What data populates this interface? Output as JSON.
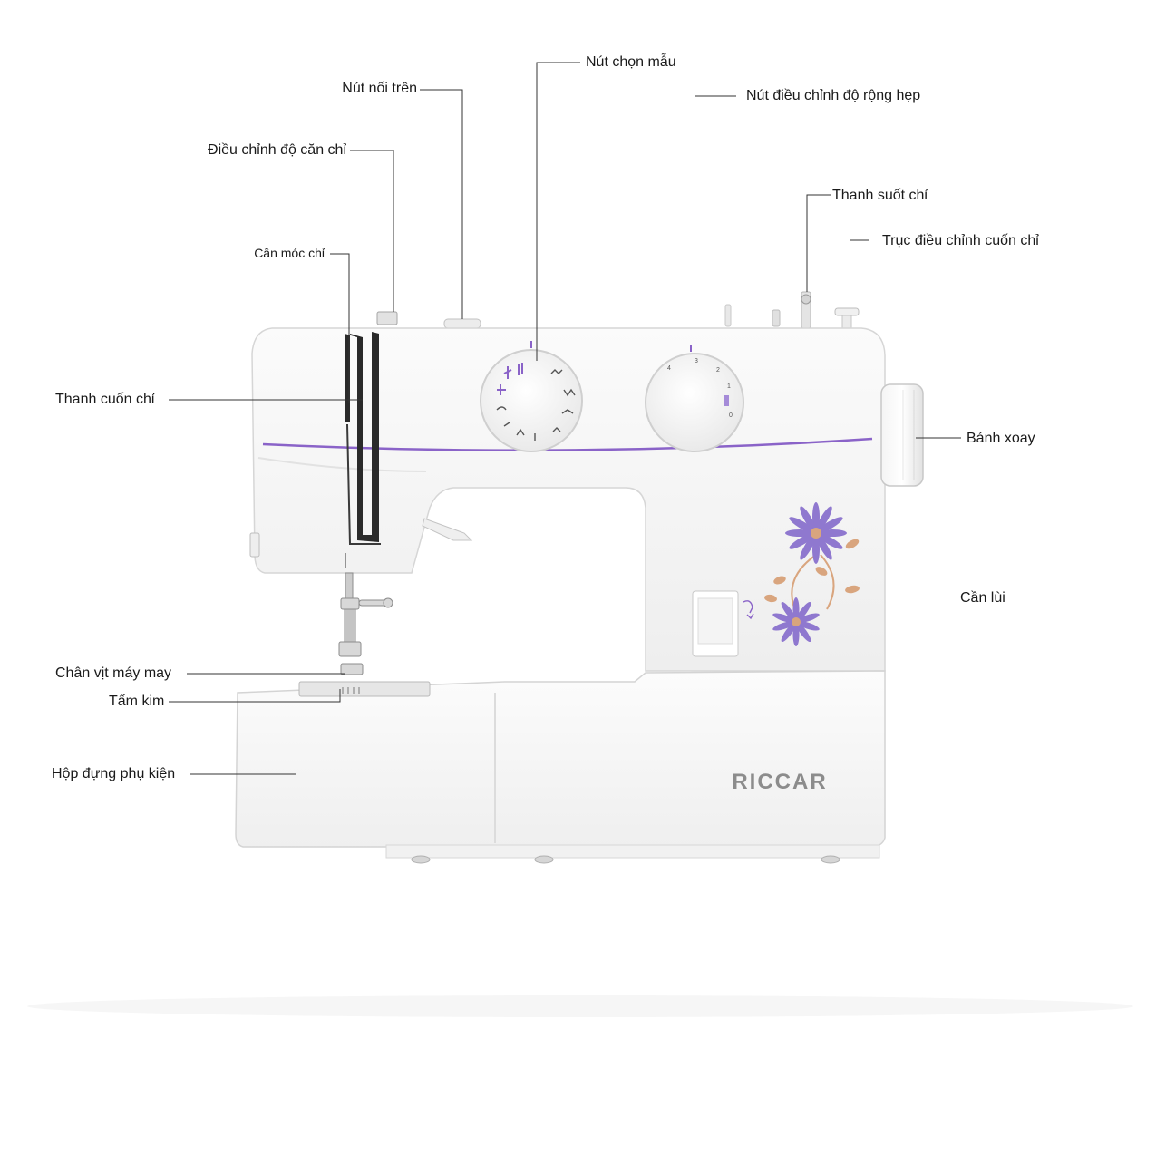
{
  "brand": "RICCAR",
  "colors": {
    "accent_purple": "#8a63c8",
    "flower_purple": "#8f78cf",
    "leaf_tan": "#d9a57e",
    "body_white": "#f7f7f7",
    "leader_line": "#333333"
  },
  "labels": {
    "upper_thread_knob": "Nút nối trên",
    "thread_tension": "Điều chỉnh độ căn chỉ",
    "thread_take_up": "Cần móc chỉ",
    "thread_winder_bar": "Thanh cuốn chỉ",
    "presser_foot": "Chân vịt máy may",
    "needle_plate": "Tấm kim",
    "accessory_box": "Hộp đựng phụ kiện",
    "pattern_selector": "Nút chọn mẫu",
    "width_adjust": "Nút điều chỉnh độ rộng hẹp",
    "spool_pin": "Thanh suốt chỉ",
    "bobbin_winder_shaft": "Trục điều chỉnh cuốn chỉ",
    "handwheel": "Bánh xoay",
    "reverse_lever": "Cần lùi"
  }
}
